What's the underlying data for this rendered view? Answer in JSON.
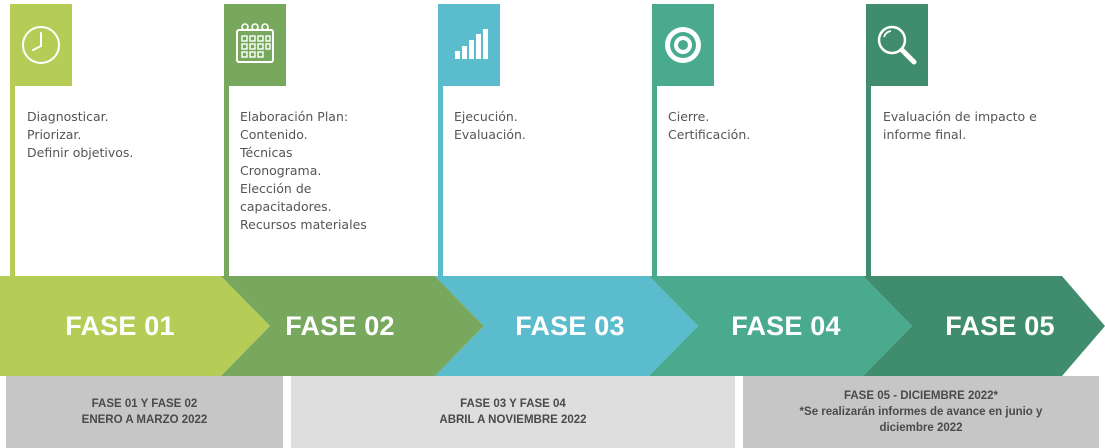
{
  "phases": [
    {
      "label": "FASE 01",
      "color": "#b5cc56",
      "icon": "clock-icon",
      "items": [
        "Diagnosticar.",
        "Priorizar.",
        "Definir objetivos."
      ]
    },
    {
      "label": "FASE 02",
      "color": "#78a85e",
      "icon": "calendar-icon",
      "items": [
        "Elaboración Plan:",
        "Contenido.",
        "Técnicas",
        "Cronograma.",
        "Elección de",
        "capacitadores.",
        "Recursos materiales"
      ]
    },
    {
      "label": "FASE 03",
      "color": "#5bbccd",
      "icon": "bar-chart-icon",
      "items": [
        "Ejecución.",
        "Evaluación."
      ]
    },
    {
      "label": "FASE 04",
      "color": "#4aaa8e",
      "icon": "target-icon",
      "items": [
        "Cierre.",
        "Certificación."
      ]
    },
    {
      "label": "FASE 05",
      "color": "#3f8c6f",
      "icon": "magnifier-icon",
      "items": [
        "Evaluación de impacto e",
        "informe final."
      ]
    }
  ],
  "schedule": [
    {
      "lines": [
        "FASE 01 Y FASE 02",
        "ENERO A MARZO 2022"
      ],
      "color": "#c6c6c6"
    },
    {
      "lines": [
        "FASE 03 Y FASE 04",
        "ABRIL A NOVIEMBRE 2022"
      ],
      "color": "#dedede"
    },
    {
      "lines": [
        "FASE 05 - DICIEMBRE 2022*",
        "*Se realizarán informes de avance en junio y",
        "diciembre 2022"
      ],
      "color": "#c6c6c6"
    }
  ]
}
